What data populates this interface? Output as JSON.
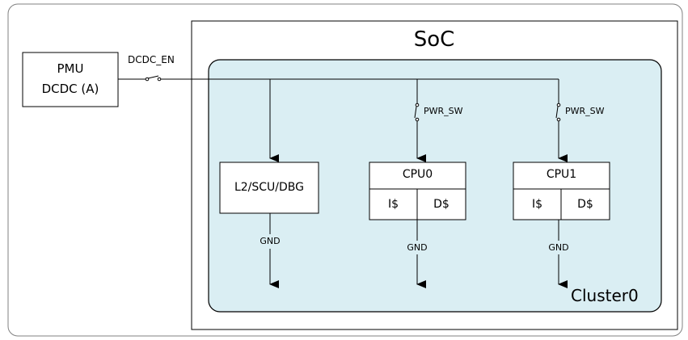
{
  "pmu": {
    "line1": "PMU",
    "line2": "DCDC (A)"
  },
  "switch_label": "DCDC_EN",
  "soc": {
    "title": "SoC"
  },
  "cluster": {
    "label": "Cluster0"
  },
  "l2": {
    "label": "L2/SCU/DBG",
    "gnd": "GND"
  },
  "cpu0": {
    "label": "CPU0",
    "icache": "I$",
    "dcache": "D$",
    "pwr_sw": "PWR_SW",
    "gnd": "GND"
  },
  "cpu1": {
    "label": "CPU1",
    "icache": "I$",
    "dcache": "D$",
    "pwr_sw": "PWR_SW",
    "gnd": "GND"
  },
  "colors": {
    "cluster_fill": "#daeef3",
    "line": "#000000",
    "outer_border": "#808080"
  }
}
